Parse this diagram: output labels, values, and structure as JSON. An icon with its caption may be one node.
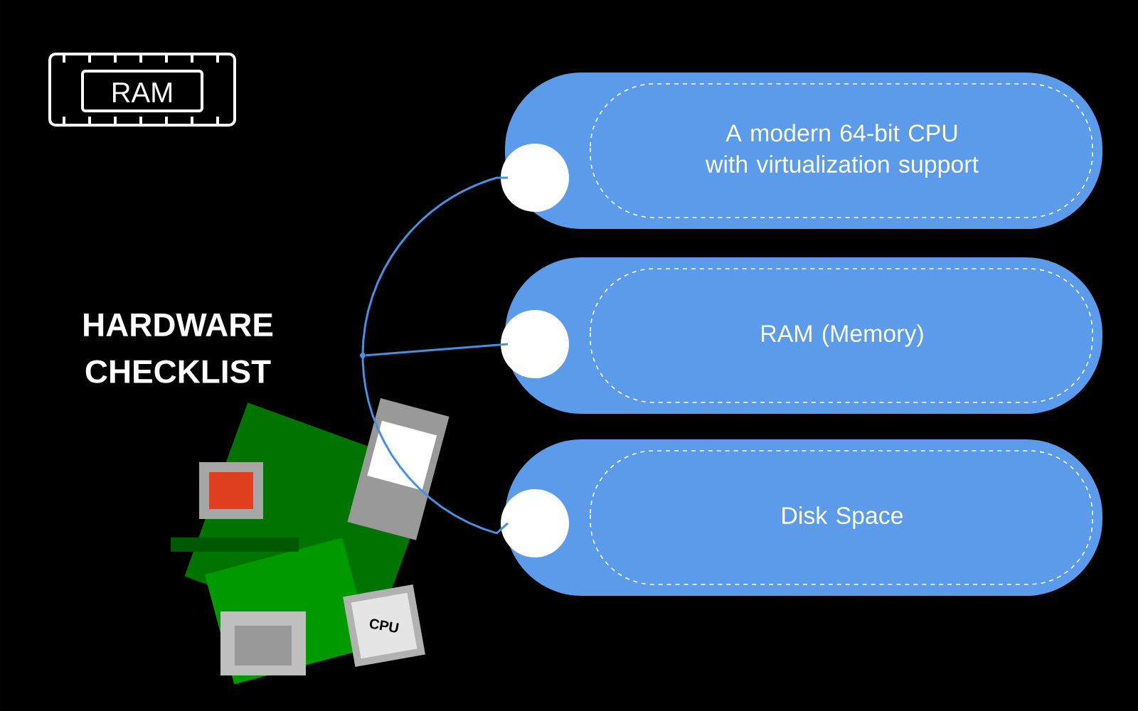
{
  "diagram": {
    "title": "HARDWARE CHECKLIST",
    "nodes": [
      {
        "text": [
          "A modern 64-bit CPU with virtualization support"
        ]
      },
      {
        "text": [
          "RAM (Memory)"
        ]
      },
      {
        "text": [
          "Disk Space"
        ]
      },
      {
        "text": [],
        "shape": "circle"
      }
    ],
    "edges": [
      {
        "from": 3,
        "to": 0,
        "arrow": "none"
      },
      {
        "from": 3,
        "to": 1,
        "arrow": "none"
      },
      {
        "from": 3,
        "to": 2,
        "arrow": "none"
      }
    ],
    "labels": [
      "RAM",
      "CPU"
    ]
  }
}
